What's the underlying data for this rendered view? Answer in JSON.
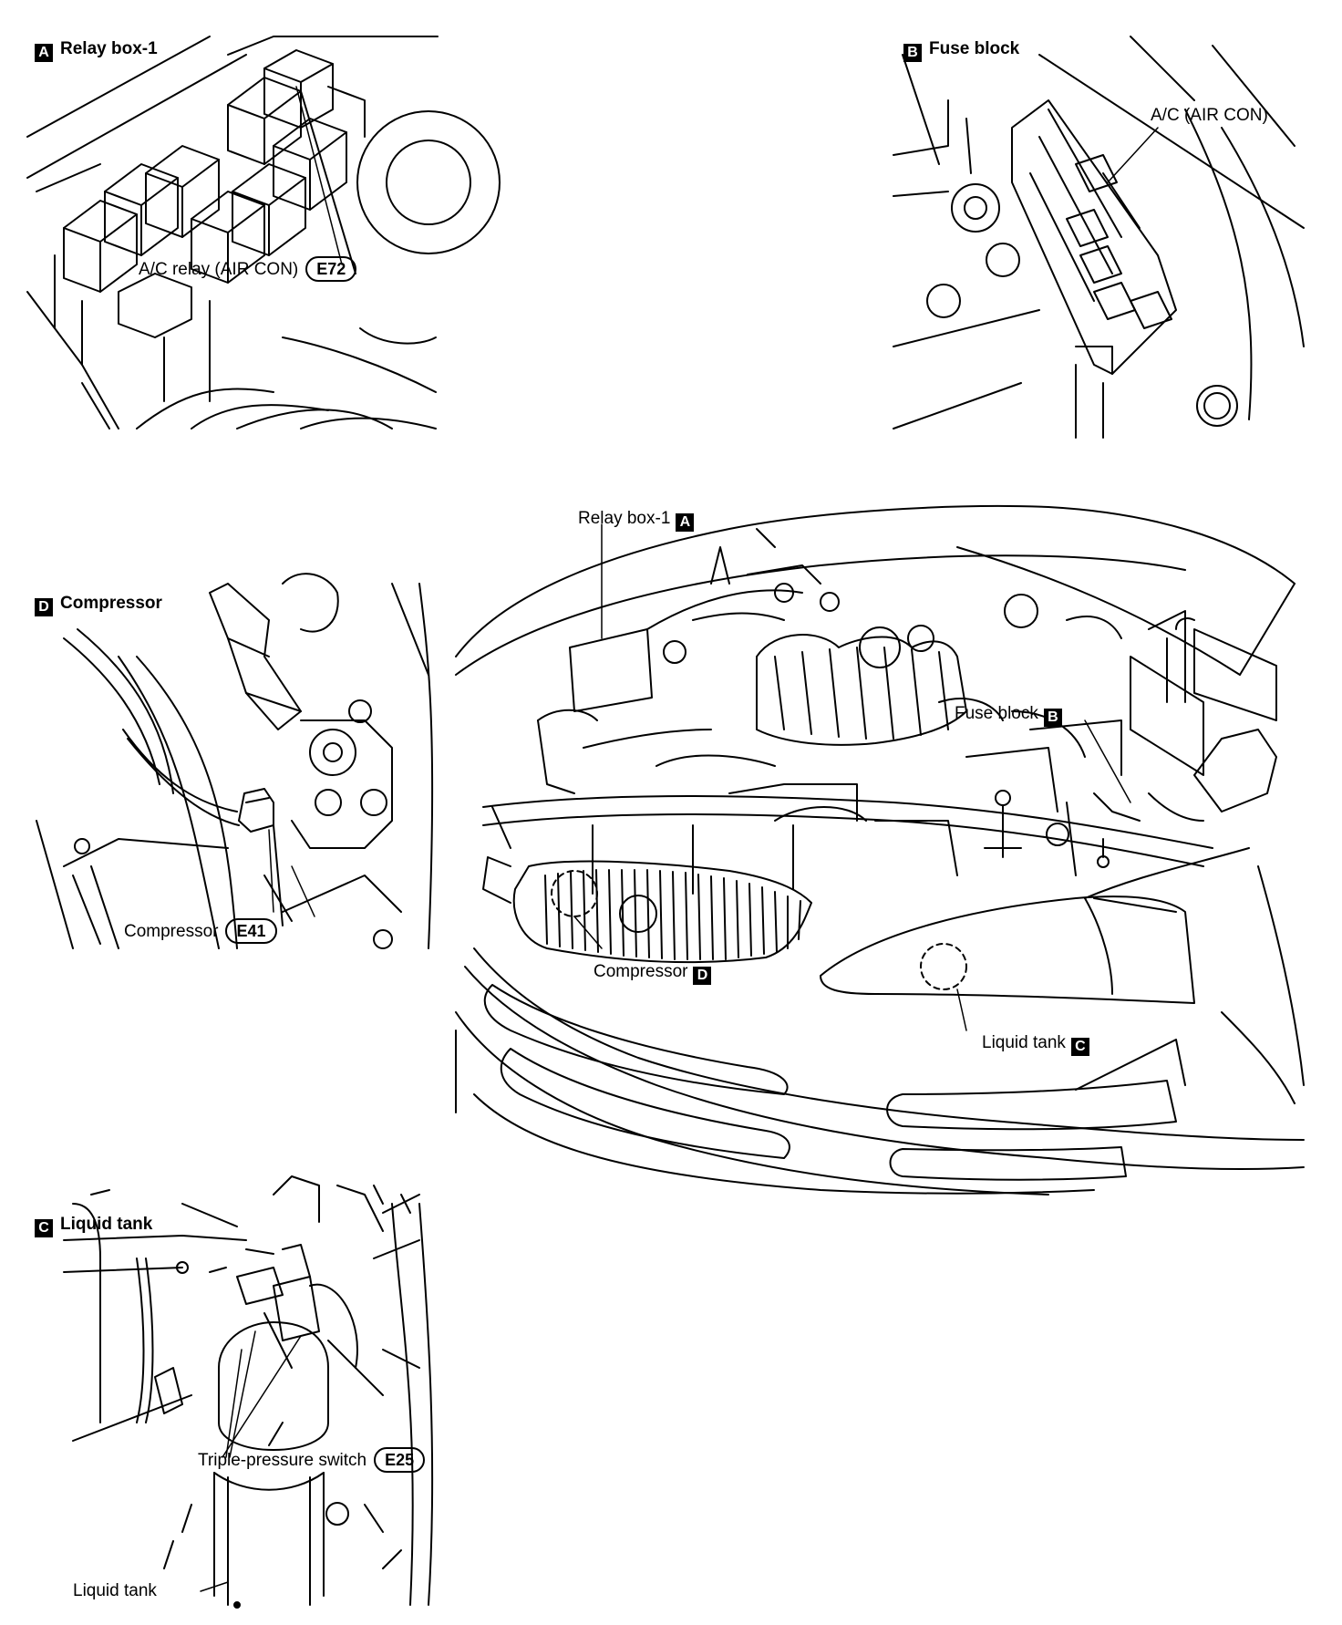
{
  "panels": {
    "a": {
      "letter": "A",
      "title": "Relay box-1",
      "label": "A/C relay (AIR CON)",
      "connector": "E72"
    },
    "b": {
      "letter": "B",
      "title": "Fuse block",
      "label": "A/C (AIR CON)"
    },
    "d": {
      "letter": "D",
      "title": "Compressor",
      "label": "Compressor",
      "connector": "E41"
    },
    "c": {
      "letter": "C",
      "title": "Liquid tank",
      "switch_label": "Triple-pressure switch",
      "connector": "E25",
      "tank_label": "Liquid tank"
    }
  },
  "overview": {
    "relay_box": {
      "text": "Relay box-1",
      "letter": "A"
    },
    "fuse_block": {
      "text": "Fuse block",
      "letter": "B"
    },
    "compressor": {
      "text": "Compressor",
      "letter": "D"
    },
    "liquid_tank": {
      "text": "Liquid tank",
      "letter": "C"
    }
  }
}
